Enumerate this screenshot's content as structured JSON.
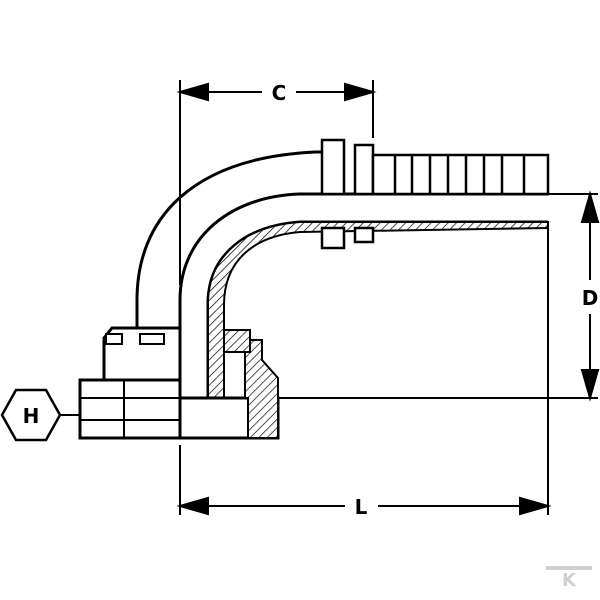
{
  "diagram": {
    "dimensions": {
      "c": "C",
      "d": "D",
      "l": "L",
      "h": "H"
    },
    "colors": {
      "line": "#000000",
      "background": "#ffffff",
      "watermark": "#cfcfcf"
    },
    "watermark": {
      "text": "K"
    }
  }
}
